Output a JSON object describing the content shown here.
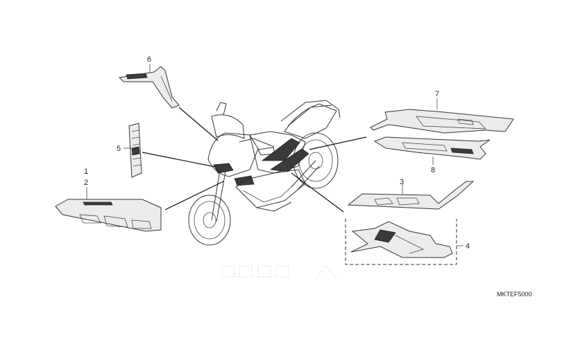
{
  "diagram": {
    "code": "MKTEF5000",
    "callouts": {
      "c1": "1",
      "c2": "2",
      "c3": "3",
      "c4": "4",
      "c5": "5",
      "c6": "6",
      "c7": "7",
      "c8": "8"
    }
  }
}
